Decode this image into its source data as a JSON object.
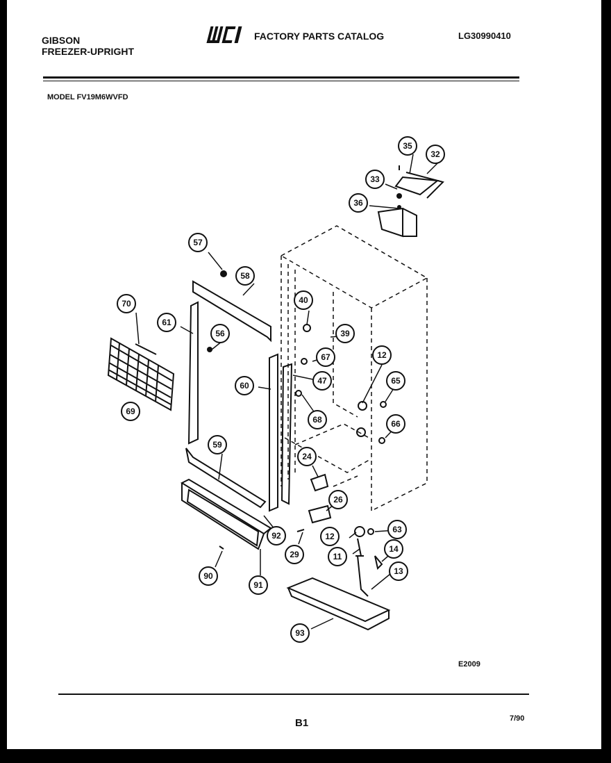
{
  "header": {
    "brand": "GIBSON",
    "category": "FREEZER-UPRIGHT",
    "logo_text": "WCI",
    "catalog_title": "FACTORY PARTS CATALOG",
    "doc_number": "LG30990410",
    "model": "MODEL FV19M6WVFD"
  },
  "footer": {
    "diagram_code": "E2009",
    "page_number": "B1",
    "date": "7/90"
  },
  "callouts": [
    "35",
    "32",
    "33",
    "36",
    "57",
    "58",
    "70",
    "61",
    "56",
    "40",
    "39",
    "12",
    "67",
    "47",
    "60",
    "65",
    "68",
    "66",
    "69",
    "59",
    "24",
    "26",
    "92",
    "12",
    "63",
    "11",
    "14",
    "29",
    "90",
    "91",
    "13",
    "93"
  ]
}
